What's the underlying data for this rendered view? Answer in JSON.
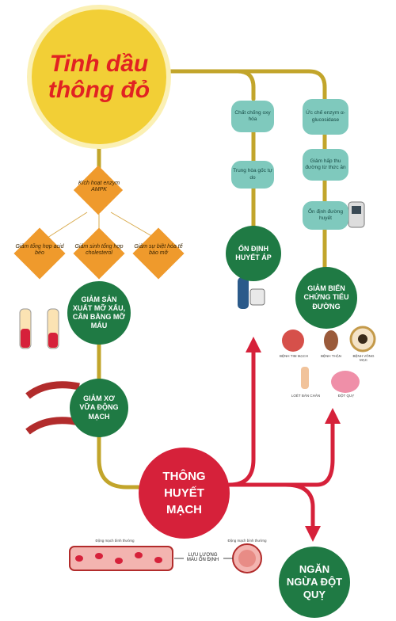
{
  "title": "Tinh dầu thông đỏ",
  "activate": "Kích hoạt enzym AMPK",
  "diamonds": [
    "Giảm tổng hợp acid béo",
    "Giảm sinh tổng hợp cholesterol",
    "Giảm sự biệt hóa tế bào mỡ"
  ],
  "fat": "GIẢM SẢN XUẤT MỠ XẤU, CÂN BẰNG MỠ MÁU",
  "athero": "GIẢM XƠ VỮA ĐỘNG MẠCH",
  "flow": "THÔNG HUYẾT MẠCH",
  "stroke": "NGĂN NGỪA ĐỘT QUỴ",
  "antioxidant": "Chất chống oxy hóa",
  "freeradical": "Trung hòa gốc tự do",
  "bp": "ỔN ĐỊNH HUYẾT ÁP",
  "enzyme": "Ức chế enzym α-glucosidase",
  "absorb": "Giảm hấp thu đường từ thức ăn",
  "sugar": "Ổn định đường huyết",
  "diabetes": "GIẢM BIẾN CHỨNG TIỂU ĐƯỜNG",
  "complications": [
    "BỆNH TIM MẠCH",
    "BỆNH THẬN",
    "BỆNH VÕNG MẠC",
    "LOÉT BÀN CHÂN",
    "ĐỘT QUỴ"
  ],
  "artery_label": "Động mạch bình thường",
  "artery_label2": "Động mạch bình thường",
  "flow_label": "LƯU LƯỢNG MÁU ỔN ĐỊNH",
  "colors": {
    "yellow": "#f2cf36",
    "olive": "#c2a52b",
    "green": "#1f7a44",
    "red": "#d6213a",
    "teal": "#7fc9bd",
    "orange": "#ef9a2c"
  }
}
